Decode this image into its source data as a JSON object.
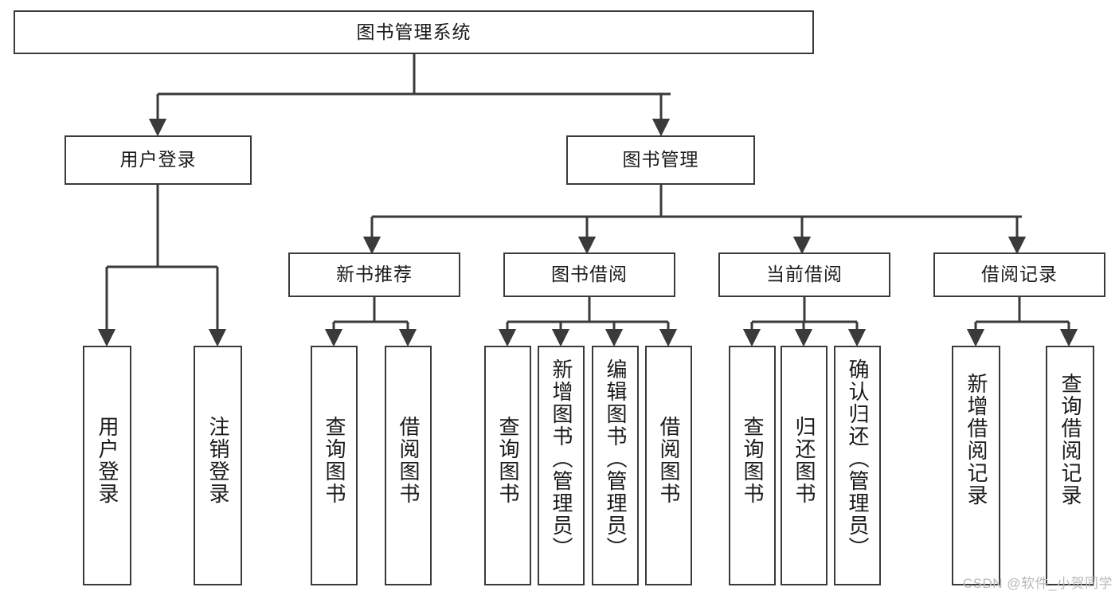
{
  "diagram": {
    "type": "tree-hierarchy",
    "title": "图书管理系统",
    "watermark": "CSDN @软件_小贺同学",
    "colors": {
      "stroke": "#3a3a3a",
      "fill": "#ffffff",
      "text": "#1a1a1a",
      "watermark": "#b9b9b9"
    },
    "nodes": {
      "root": {
        "label": "图书管理系统"
      },
      "level2": [
        {
          "label": "用户登录"
        },
        {
          "label": "图书管理"
        }
      ],
      "level3": [
        {
          "label": "新书推荐"
        },
        {
          "label": "图书借阅"
        },
        {
          "label": "当前借阅"
        },
        {
          "label": "借阅记录"
        }
      ],
      "leaves_user_login": [
        {
          "label": "用户登录"
        },
        {
          "label": "注销登录"
        }
      ],
      "leaves_new_books": [
        {
          "label": "查询图书"
        },
        {
          "label": "借阅图书"
        }
      ],
      "leaves_borrow": [
        {
          "label": "查询图书"
        },
        {
          "label": "新增图书（管理员）"
        },
        {
          "label": "编辑图书（管理员）"
        },
        {
          "label": "借阅图书"
        }
      ],
      "leaves_current": [
        {
          "label": "查询图书"
        },
        {
          "label": "归还图书"
        },
        {
          "label": "确认归还（管理员）"
        }
      ],
      "leaves_records": [
        {
          "label": "新增借阅记录"
        },
        {
          "label": "查询借阅记录"
        }
      ]
    }
  }
}
